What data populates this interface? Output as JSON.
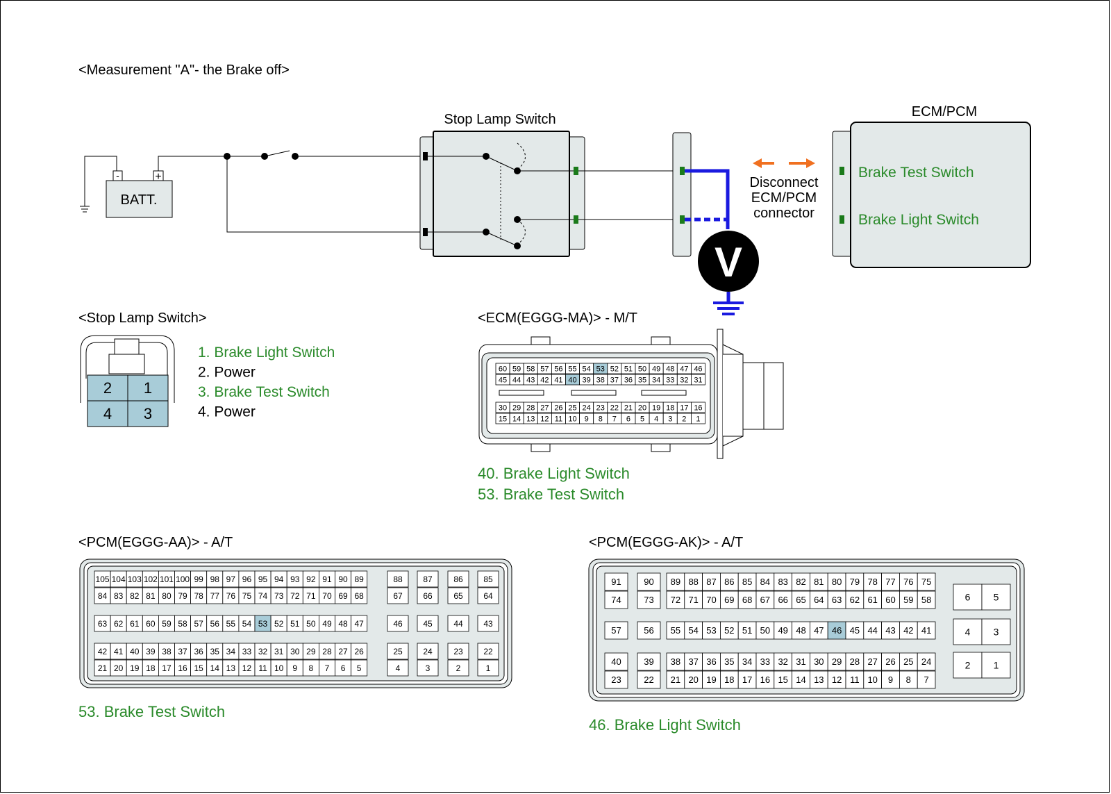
{
  "measurement_title": "<Measurement \"A\"- the Brake off>",
  "circuit": {
    "battery_label": "BATT.",
    "battery_neg": "-",
    "battery_pos": "+",
    "stop_lamp_switch_title": "Stop Lamp Switch",
    "ecm_pcm_title": "ECM/PCM",
    "disconnect_line1": "Disconnect",
    "disconnect_line2": "ECM/PCM",
    "disconnect_line3": "connector",
    "brake_test_switch": "Brake Test Switch",
    "brake_light_switch": "Brake Light Switch",
    "voltmeter": "V"
  },
  "stop_lamp_connector": {
    "title": "<Stop Lamp Switch>",
    "pins": [
      "2",
      "1",
      "4",
      "3"
    ],
    "legend": [
      {
        "text": "1. Brake Light Switch",
        "highlight": true
      },
      {
        "text": "2. Power",
        "highlight": false
      },
      {
        "text": "3. Brake Test Switch",
        "highlight": true
      },
      {
        "text": "4. Power",
        "highlight": false
      }
    ]
  },
  "ecm_ma": {
    "title": "<ECM(EGGG-MA)> - M/T",
    "rows": [
      [
        "60",
        "59",
        "58",
        "57",
        "56",
        "55",
        "54",
        "53",
        "52",
        "51",
        "50",
        "49",
        "48",
        "47",
        "46"
      ],
      [
        "45",
        "44",
        "43",
        "42",
        "41",
        "40",
        "39",
        "38",
        "37",
        "36",
        "35",
        "34",
        "33",
        "32",
        "31"
      ],
      [
        "30",
        "29",
        "28",
        "27",
        "26",
        "25",
        "24",
        "23",
        "22",
        "21",
        "20",
        "19",
        "18",
        "17",
        "16"
      ],
      [
        "15",
        "14",
        "13",
        "12",
        "11",
        "10",
        "9",
        "8",
        "7",
        "6",
        "5",
        "4",
        "3",
        "2",
        "1"
      ]
    ],
    "highlighted": [
      "40",
      "53"
    ],
    "legend": [
      "40. Brake Light Switch",
      "53. Brake Test Switch"
    ]
  },
  "pcm_aa": {
    "title": "<PCM(EGGG-AA)> - A/T",
    "main_rows": [
      [
        "105",
        "104",
        "103",
        "102",
        "101",
        "100",
        "99",
        "98",
        "97",
        "96",
        "95",
        "94",
        "93",
        "92",
        "91",
        "90",
        "89"
      ],
      [
        "84",
        "83",
        "82",
        "81",
        "80",
        "79",
        "78",
        "77",
        "76",
        "75",
        "74",
        "73",
        "72",
        "71",
        "70",
        "69",
        "68"
      ],
      [
        "63",
        "62",
        "61",
        "60",
        "59",
        "58",
        "57",
        "56",
        "55",
        "54",
        "53",
        "52",
        "51",
        "50",
        "49",
        "48",
        "47"
      ],
      [
        "42",
        "41",
        "40",
        "39",
        "38",
        "37",
        "36",
        "35",
        "34",
        "33",
        "32",
        "31",
        "30",
        "29",
        "28",
        "27",
        "26"
      ],
      [
        "21",
        "20",
        "19",
        "18",
        "17",
        "16",
        "15",
        "14",
        "13",
        "12",
        "11",
        "10",
        "9",
        "8",
        "7",
        "6",
        "5"
      ]
    ],
    "side_rows": [
      [
        "88",
        "87",
        "86",
        "85"
      ],
      [
        "67",
        "66",
        "65",
        "64"
      ],
      [
        "46",
        "45",
        "44",
        "43"
      ],
      [
        "25",
        "24",
        "23",
        "22"
      ],
      [
        "4",
        "3",
        "2",
        "1"
      ]
    ],
    "highlighted": [
      "53"
    ],
    "legend": [
      "53. Brake Test Switch"
    ]
  },
  "pcm_ak": {
    "title": "<PCM(EGGG-AK)> - A/T",
    "col1": [
      [
        "91",
        "74"
      ],
      [
        "57"
      ],
      [
        "40",
        "23"
      ]
    ],
    "col2": [
      [
        "90",
        "73"
      ],
      [
        "56"
      ],
      [
        "39",
        "22"
      ]
    ],
    "main_rows": [
      [
        "89",
        "88",
        "87",
        "86",
        "85",
        "84",
        "83",
        "82",
        "81",
        "80",
        "79",
        "78",
        "77",
        "76",
        "75"
      ],
      [
        "72",
        "71",
        "70",
        "69",
        "68",
        "67",
        "66",
        "65",
        "64",
        "63",
        "62",
        "61",
        "60",
        "59",
        "58"
      ],
      [
        "55",
        "54",
        "53",
        "52",
        "51",
        "50",
        "49",
        "48",
        "47",
        "46",
        "45",
        "44",
        "43",
        "42",
        "41"
      ],
      [
        "38",
        "37",
        "36",
        "35",
        "34",
        "33",
        "32",
        "31",
        "30",
        "29",
        "28",
        "27",
        "26",
        "25",
        "24"
      ],
      [
        "21",
        "20",
        "19",
        "18",
        "17",
        "16",
        "15",
        "14",
        "13",
        "12",
        "11",
        "10",
        "9",
        "8",
        "7"
      ]
    ],
    "right_rows": [
      [
        "6",
        "5"
      ],
      [
        "4",
        "3"
      ],
      [
        "2",
        "1"
      ]
    ],
    "highlighted": [
      "46"
    ],
    "legend": [
      "46. Brake Light Switch"
    ]
  },
  "colors": {
    "green_label": "#2a8a2a",
    "pin_highlight": "#a8ccd8",
    "probe_blue": "#1a1adf",
    "arrow_orange": "#f07020",
    "box_fill": "#e3e9e9"
  }
}
